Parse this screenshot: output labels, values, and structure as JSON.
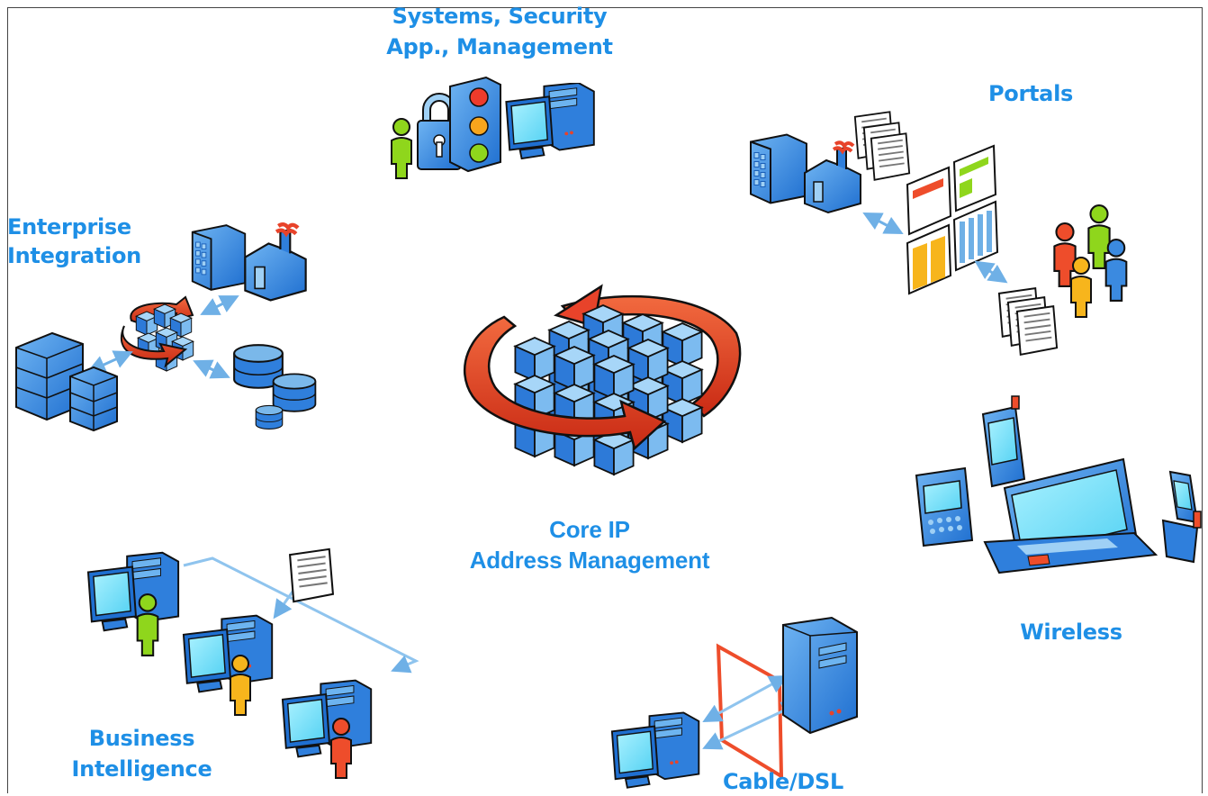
{
  "labels": {
    "systems_line1": "Systems, Security",
    "systems_line2": "App., Management",
    "portals": "Portals",
    "enterprise_line1": "Enterprise",
    "enterprise_line2": "Integration",
    "core_line1": "Core IP",
    "core_line2": "Address Management",
    "wireless": "Wireless",
    "business_line1": "Business",
    "business_line2": "Intelligence",
    "cable": "Cable/DSL"
  },
  "colors": {
    "label": "#1e8fe6",
    "cube": "#3d8ce0",
    "cube_light": "#9fd0f5",
    "arrow": "#e8432a",
    "connector": "#7ab8ea",
    "screen": "#7de3f8",
    "person_green": "#8fd61c",
    "person_yellow": "#f7b51c",
    "person_red": "#ee4d2b",
    "person_blue": "#3b8ae0"
  },
  "icons": [
    "core-cube-icon",
    "person-icon",
    "lock-icon",
    "traffic-light-icon",
    "computer-icon",
    "building-icon",
    "factory-icon",
    "document-icon",
    "database-icon",
    "server-icon",
    "pda-icon",
    "laptop-icon",
    "phone-icon",
    "firewall-icon"
  ]
}
